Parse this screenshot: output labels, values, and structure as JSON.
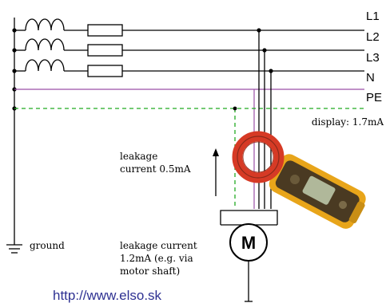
{
  "lines": {
    "l1": "L1",
    "l2": "L2",
    "l3": "L3",
    "n": "N",
    "pe": "PE"
  },
  "annotations": {
    "display": "display: 1.7mA",
    "leakage_top_1": "leakage",
    "leakage_top_2": "current 0.5mA",
    "ground": "ground",
    "leakage_bottom_1": "leakage current",
    "leakage_bottom_2": "1.2mA (e.g. via",
    "leakage_bottom_3": "motor shaft)"
  },
  "motor": {
    "label": "M"
  },
  "footer": {
    "url": "http://www.elso.sk"
  },
  "colors": {
    "wire": "#000000",
    "neutral": "#9b4fa6",
    "protective_earth": "#22aa22",
    "url": "#2e3192",
    "clamp_red": "#d63a25",
    "clamp_yellow": "#e8a51a"
  },
  "icons": {
    "coil": "inductor-coil-icon",
    "fuse": "fuse-icon",
    "ground": "ground-symbol-icon",
    "clamp_meter": "clamp-meter-icon",
    "arrow": "arrow-up-icon"
  }
}
